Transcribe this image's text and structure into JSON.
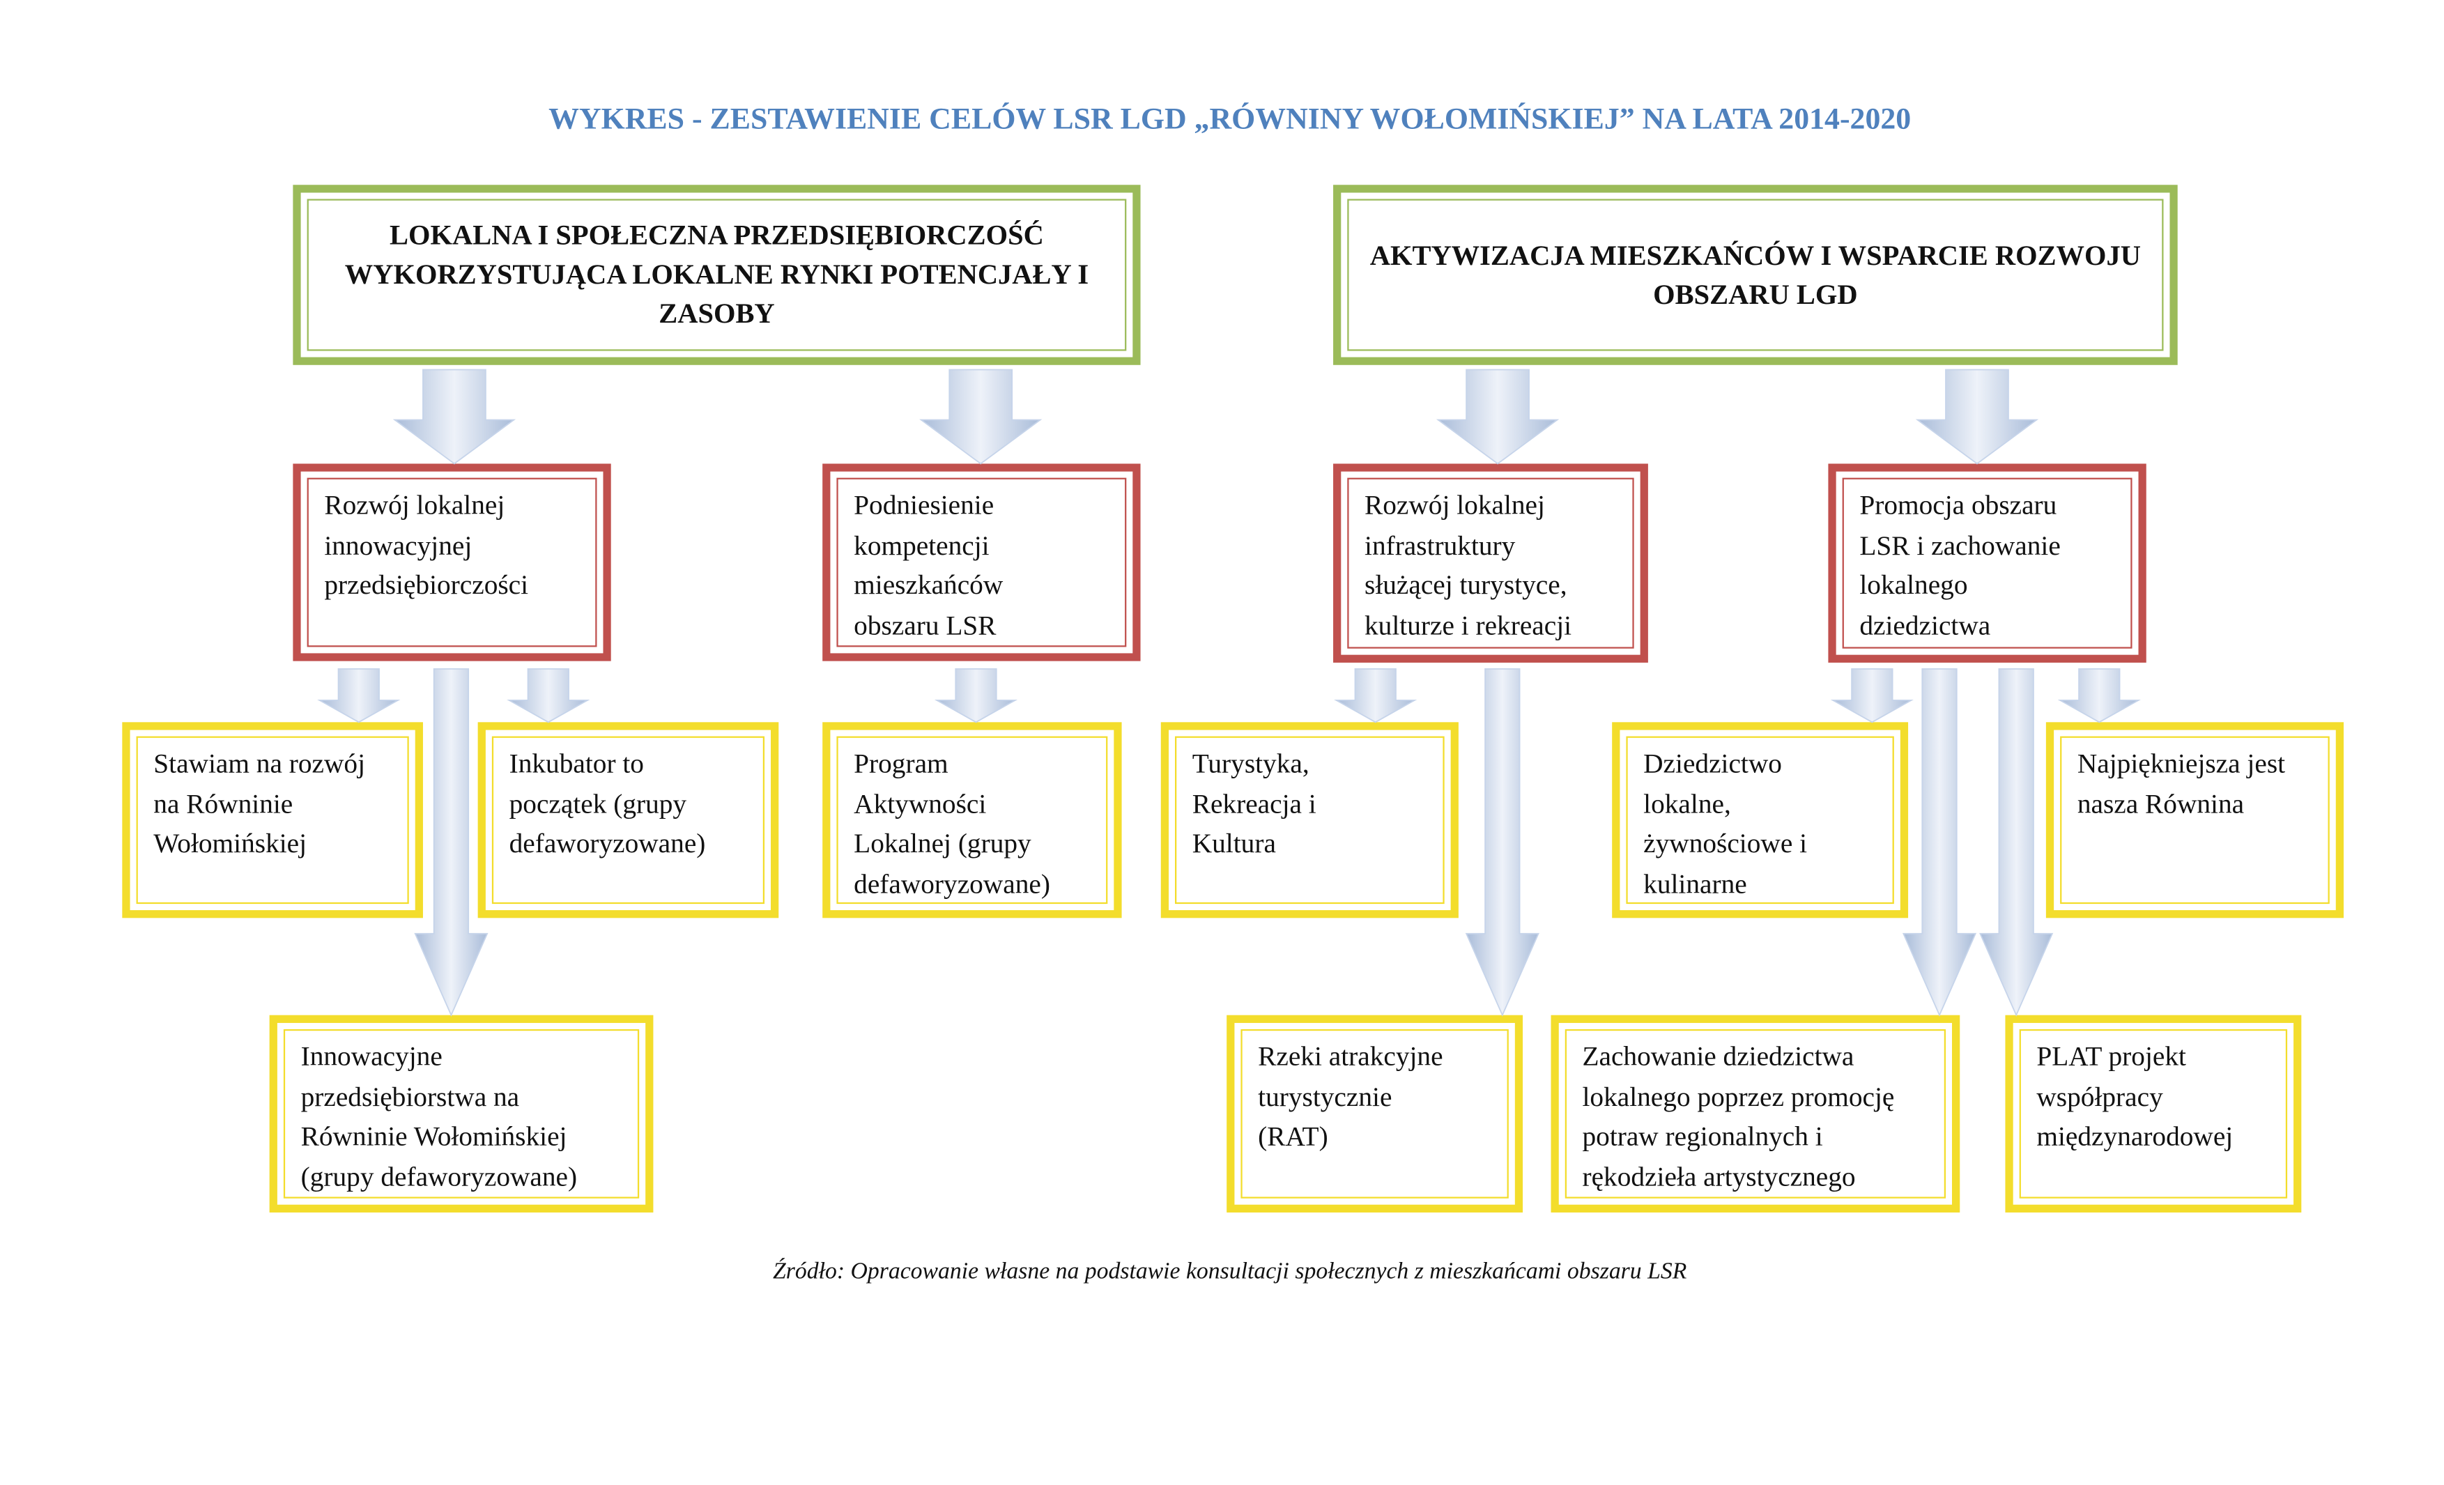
{
  "title": "WYKRES - ZESTAWIENIE CELÓW LSR LGD „RÓWNINY WOŁOMIŃSKIEJ” NA LATA 2014-2020",
  "general_goals": [
    {
      "label": "LOKALNA I SPOŁECZNA PRZEDSIĘBIORCZOŚĆ WYKORZYSTUJĄCA LOKALNE RYNKI POTENCJAŁY I ZASOBY"
    },
    {
      "label": "AKTYWIZACJA MIESZKAŃCÓW I WSPARCIE ROZWOJU OBSZARU LGD"
    }
  ],
  "specific_goals": [
    {
      "label": "Rozwój lokalnej\ninnowacyjnej\nprzedsiębiorczości"
    },
    {
      "label": "Podniesienie\nkompetencji\nmieszkańców\nobszaru LSR"
    },
    {
      "label": "Rozwój lokalnej\ninfrastruktury\nsłużącej turystyce,\nkulturze i rekreacji"
    },
    {
      "label": "Promocja obszaru\nLSR i zachowanie\nlokalnego\ndziedzictwa"
    }
  ],
  "projects_row1": [
    {
      "label": "Stawiam na rozwój\nna Równinie\nWołomińskiej"
    },
    {
      "label": "Inkubator to\npoczątek (grupy\ndefaworyzowane)"
    },
    {
      "label": "Program\nAktywności\nLokalnej (grupy\ndefaworyzowane)"
    },
    {
      "label": "Turystyka,\nRekreacja i\nKultura"
    },
    {
      "label": "Dziedzictwo\nlokalne,\nżywnościowe i\nkulinarne"
    },
    {
      "label": "Najpiękniejsza jest\nnasza Równina"
    }
  ],
  "projects_row2": [
    {
      "label": "Innowacyjne\nprzedsiębiorstwa na\nRówninie Wołomińskiej\n(grupy defaworyzowane)"
    },
    {
      "label": "Rzeki atrakcyjne\nturystycznie\n(RAT)"
    },
    {
      "label": "Zachowanie dziedzictwa\nlokalnego poprzez promocję\npotraw regionalnych i\nrękodzieła artystycznego"
    },
    {
      "label": "PLAT projekt\nwspółpracy\nmiędzynarodowej"
    }
  ],
  "source": "Źródło: Opracowanie własne na podstawie konsultacji społecznych z mieszkańcami obszaru LSR",
  "colors": {
    "title": "#4f81bd",
    "general": "#9bbb59",
    "specific": "#c0504d",
    "project": "#f3dd2c",
    "arrow": "#b8c9e3"
  }
}
